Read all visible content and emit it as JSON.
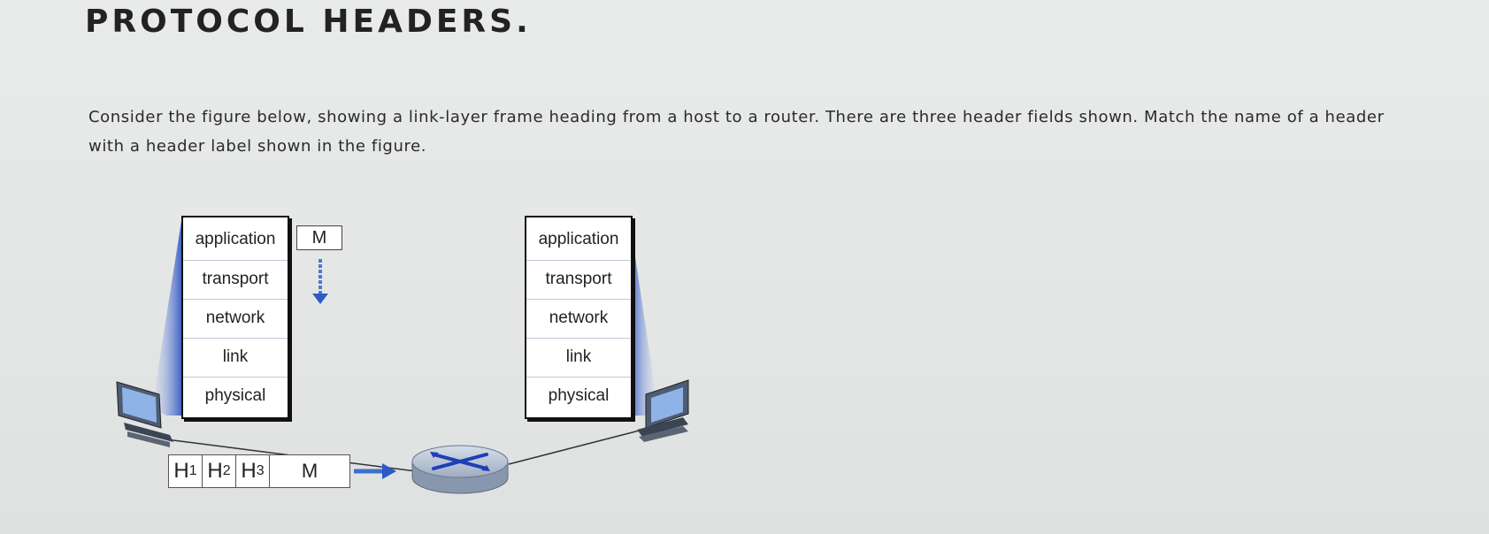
{
  "page": {
    "title": "PROTOCOL HEADERS.",
    "question": "Consider the figure below, showing a link-layer frame heading from a host to a router. There are three header fields shown. Match the name of a header with a header label shown in the figure."
  },
  "figure": {
    "left_stack": [
      "application",
      "transport",
      "network",
      "link",
      "physical"
    ],
    "right_stack": [
      "application",
      "transport",
      "network",
      "link",
      "physical"
    ],
    "message_label": "M",
    "frame": {
      "headers": [
        {
          "base": "H",
          "sub": "1"
        },
        {
          "base": "H",
          "sub": "2"
        },
        {
          "base": "H",
          "sub": "3"
        }
      ],
      "payload": "M"
    }
  },
  "colors": {
    "stack_glow": "#3f67c6",
    "arrow": "#3d6fd0",
    "router": "#a9b6c9",
    "router_mark": "#1d3fb5"
  }
}
